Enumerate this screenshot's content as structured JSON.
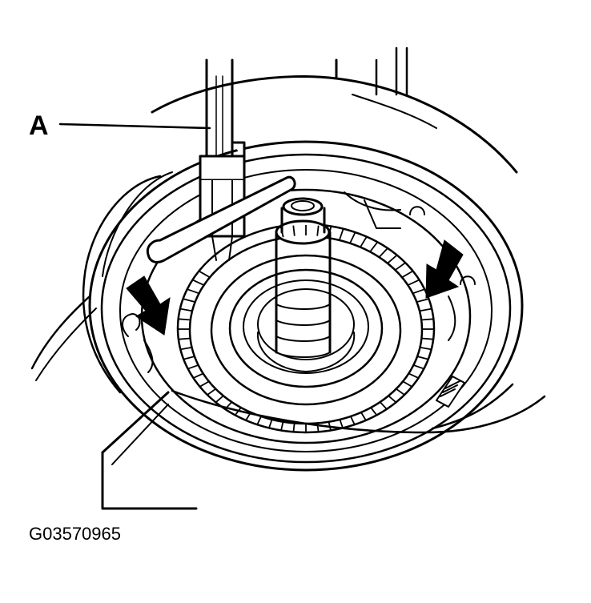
{
  "callouts": {
    "tool_letter": "A"
  },
  "figure": {
    "code": "G03570965"
  },
  "colors": {
    "ink": "#000000",
    "paper": "#ffffff"
  },
  "icons": {
    "arrows": "black-block-arrow"
  }
}
